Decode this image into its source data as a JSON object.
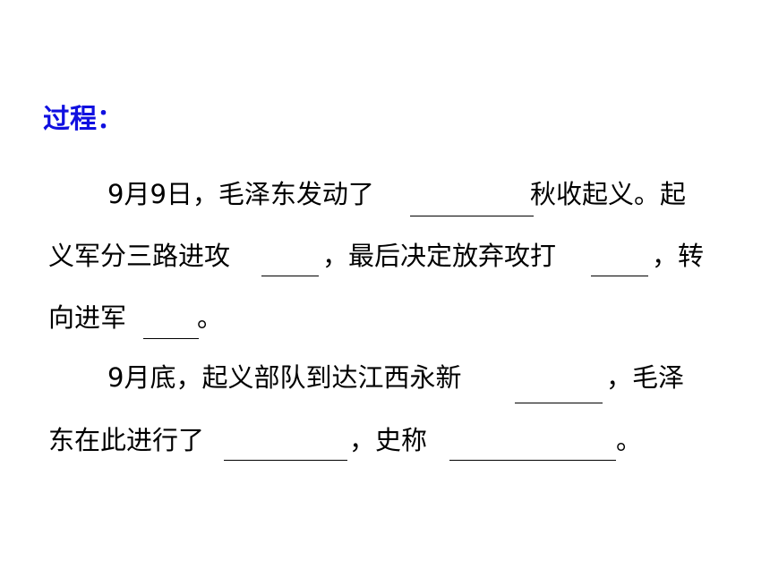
{
  "title": "过程：",
  "paragraph1": {
    "line1_a": "9月9日，毛泽东发动了",
    "line1_b": "秋收起义。起",
    "line2_a": "义军分三路进攻",
    "line2_b": "，最后决定放弃攻打",
    "line2_c": "，转",
    "line3_a": "向进军",
    "line3_b": "。"
  },
  "paragraph2": {
    "line1_a": "9月底，起义部队到达江西永新",
    "line1_b": "，毛泽",
    "line2_a": "东在此进行了",
    "line2_b": "，史称",
    "line2_c": "。"
  }
}
